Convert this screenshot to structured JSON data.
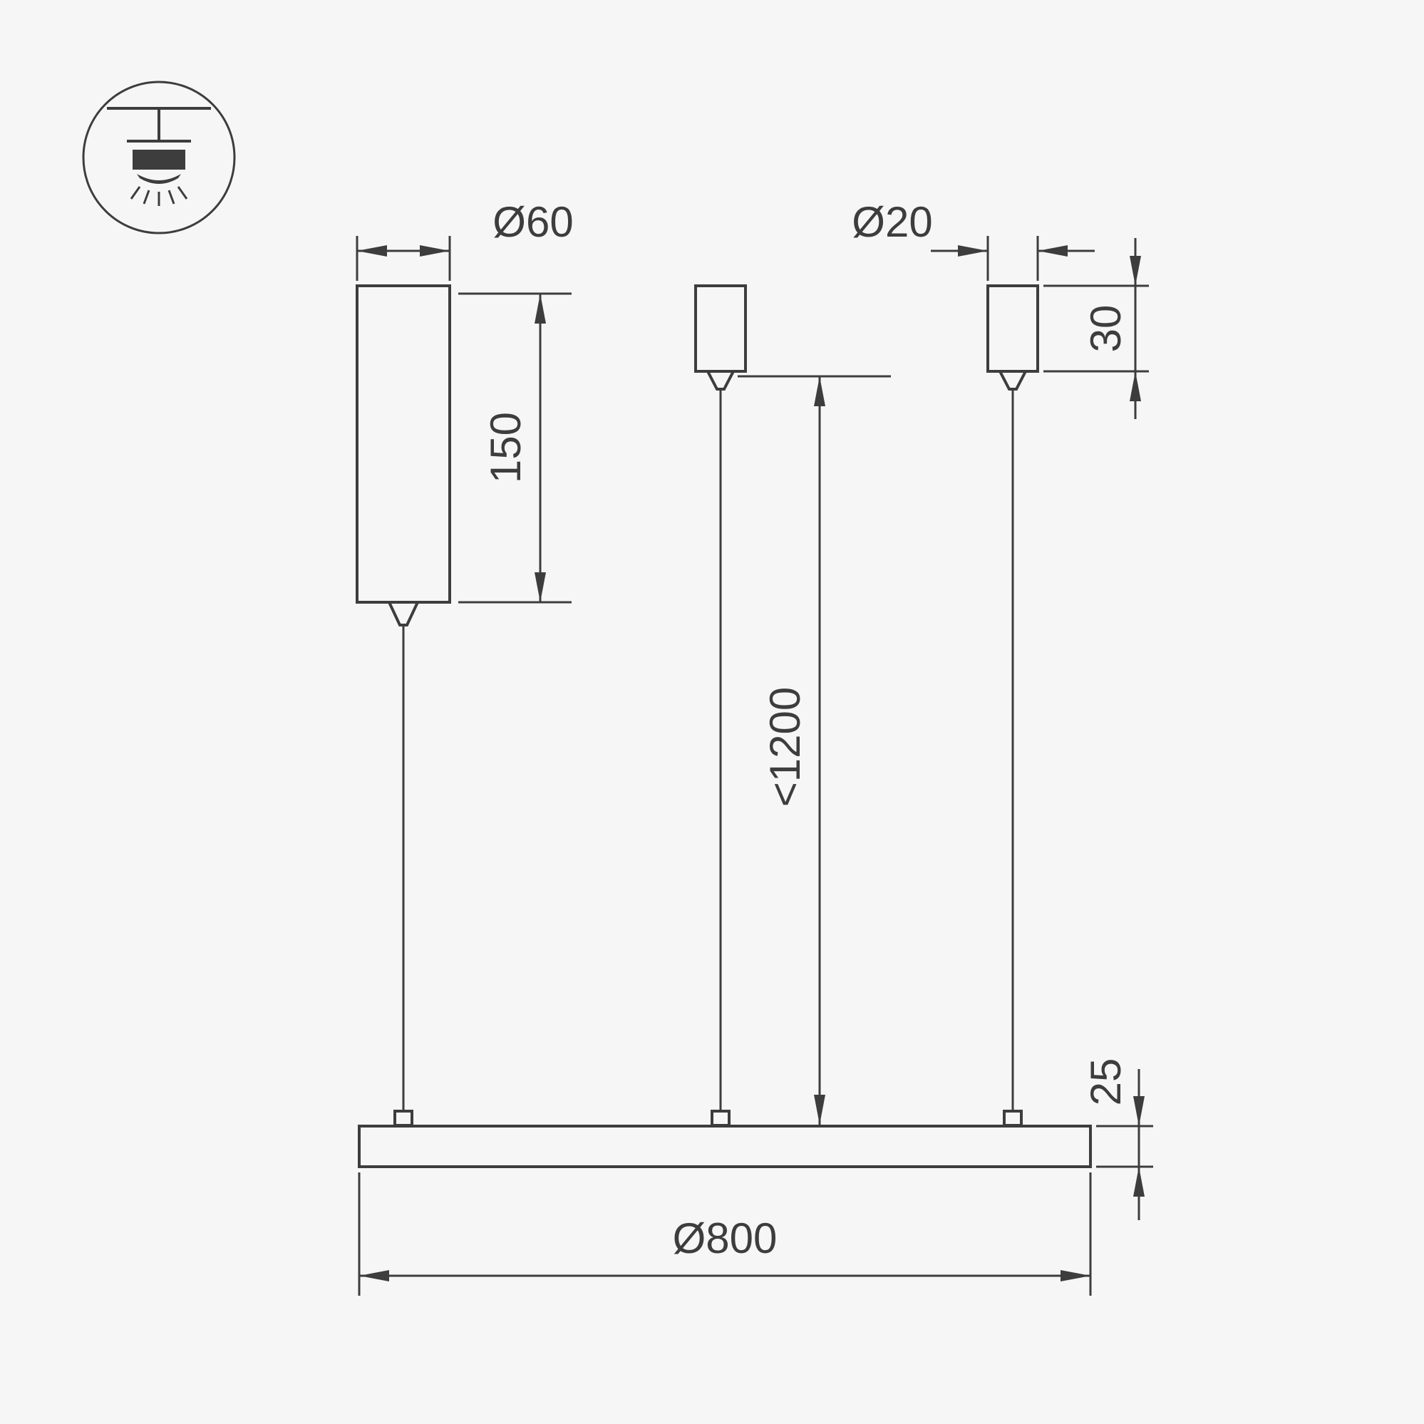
{
  "drawing": {
    "type": "technical-dimension-diagram",
    "subject": "pendant-light-suspension-drawing",
    "colors": {
      "line": "#3d3d3d",
      "background": "#f6f6f6"
    },
    "labels": {
      "driver_diameter": "Ø60",
      "driver_height": "150",
      "canopy_diameter": "Ø20",
      "canopy_height": "30",
      "suspension_length": "<1200",
      "profile_thickness": "25",
      "ring_diameter": "Ø800"
    }
  }
}
